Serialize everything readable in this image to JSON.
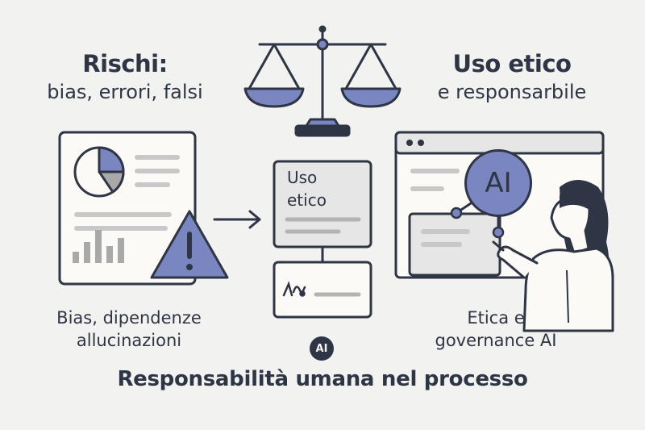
{
  "left": {
    "title": "Rischi:",
    "subtitle": "bias, errori, falsi",
    "caption_line1": "Bias, dipendenze",
    "caption_line2": "allucinazioni"
  },
  "right": {
    "title": "Uso etico",
    "subtitle": "e responsarbile",
    "caption_line1": "Etica e",
    "caption_line2": "governance AI",
    "badge": "AI"
  },
  "center": {
    "card_line1": "Uso",
    "card_line2": "etico",
    "badge": "AI"
  },
  "footer": "Responsabilità umana nel processo",
  "colors": {
    "accent": "#7a86c0",
    "ink": "#2e3544",
    "paper": "#fbfaf6",
    "gray": "#c8c8c8",
    "background": "#f2f2f0"
  }
}
